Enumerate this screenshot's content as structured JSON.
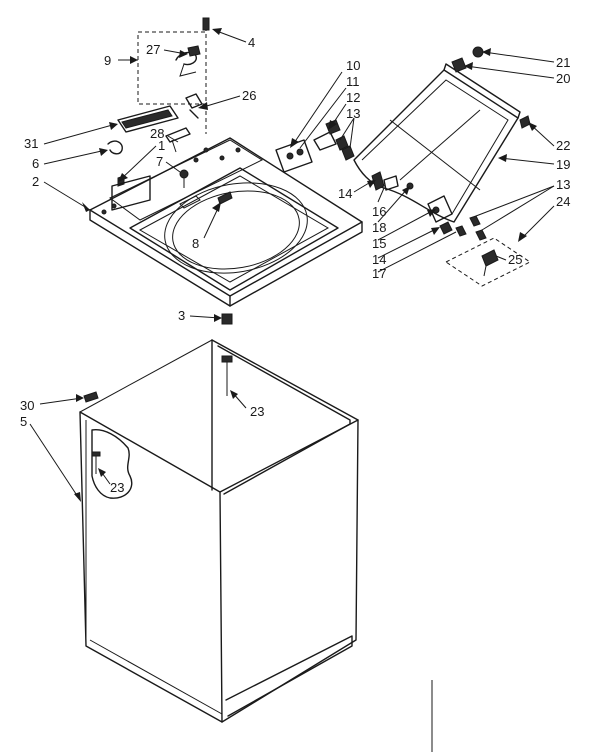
{
  "callouts": [
    {
      "id": "c1",
      "text": "1"
    },
    {
      "id": "c2",
      "text": "2"
    },
    {
      "id": "c3",
      "text": "3"
    },
    {
      "id": "c4",
      "text": "4"
    },
    {
      "id": "c5",
      "text": "5"
    },
    {
      "id": "c6",
      "text": "6"
    },
    {
      "id": "c7",
      "text": "7"
    },
    {
      "id": "c8",
      "text": "8"
    },
    {
      "id": "c9",
      "text": "9"
    },
    {
      "id": "c10",
      "text": "10"
    },
    {
      "id": "c11",
      "text": "11"
    },
    {
      "id": "c12",
      "text": "12"
    },
    {
      "id": "c13a",
      "text": "13"
    },
    {
      "id": "c13b",
      "text": "13"
    },
    {
      "id": "c14a",
      "text": "14"
    },
    {
      "id": "c14b",
      "text": "14"
    },
    {
      "id": "c15",
      "text": "15"
    },
    {
      "id": "c16",
      "text": "16"
    },
    {
      "id": "c17",
      "text": "17"
    },
    {
      "id": "c18",
      "text": "18"
    },
    {
      "id": "c19",
      "text": "19"
    },
    {
      "id": "c20",
      "text": "20"
    },
    {
      "id": "c21",
      "text": "21"
    },
    {
      "id": "c22",
      "text": "22"
    },
    {
      "id": "c23a",
      "text": "23"
    },
    {
      "id": "c23b",
      "text": "23"
    },
    {
      "id": "c24",
      "text": "24"
    },
    {
      "id": "c25",
      "text": "25"
    },
    {
      "id": "c26",
      "text": "26"
    },
    {
      "id": "c27",
      "text": "27"
    },
    {
      "id": "c28",
      "text": "28"
    },
    {
      "id": "c30",
      "text": "30"
    },
    {
      "id": "c31",
      "text": "31"
    }
  ]
}
